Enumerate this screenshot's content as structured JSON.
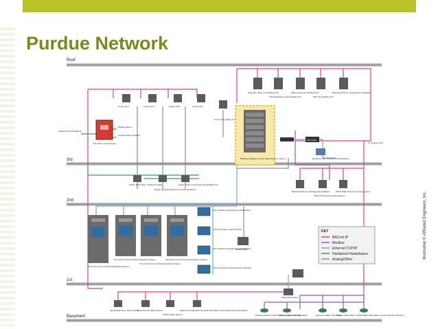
{
  "title": "Purdue Network",
  "credit": "Illustration © Affiliated Engineers, Inc.",
  "floors": {
    "roof": "Roof",
    "third": "3rd",
    "second": "2nd",
    "first": "1st",
    "basement": "Basement"
  },
  "roof_units": [
    {
      "label": "High Rise Office Air Handling Unit"
    },
    {
      "label": "Thermal Systems Air Handling Unit"
    },
    {
      "label": "Office Atrium Air Handling Unit"
    },
    {
      "label": "DAU Air Handling Unit"
    },
    {
      "label": "Mechanical Room Heating and Ventilation"
    }
  ],
  "labs": [
    {
      "label": "Living Lab 1"
    },
    {
      "label": "Living Lab 2"
    },
    {
      "label": "Living Lab 3"
    },
    {
      "label": "Living Lab 4"
    }
  ],
  "fire": {
    "panel": "Fire Alarm Control Panel",
    "smoke": "Smoke Roof Pull Stations",
    "building_alarms": "Building Alarms",
    "central_station": "Central Station Dispatch"
  },
  "lighting": "Living Lab Lighting Controls",
  "bas": "Building Integration Server Rack (Telecom Room)",
  "fiber": "Fiber Wall",
  "to_campus": "To Campus LAN",
  "research": "Research User Interface & Workstations",
  "floor3": [
    {
      "label": "Power Tower Misc. Lighting & Outlet"
    },
    {
      "label": "Power Tower Exchange Air & Cell Operations"
    },
    {
      "label": "Power Tower Combustion Air Handling Unit"
    }
  ],
  "mech3": [
    {
      "label": "Mechanical Room Heating and Ventilation"
    },
    {
      "label": "DPS PV Process Cooling System"
    },
    {
      "label": "HVPV Water Process Cooling System"
    }
  ],
  "racks": [
    {
      "label": "Test Cell 1 Control & Data Acquisition System"
    },
    {
      "label": "Test Cell 2 Control & Data Acquisition System"
    },
    {
      "label": "Test Cell 3 Control & Data Acquisition System"
    },
    {
      "label": "Test Cell 4 Control & Data Acquisition System"
    }
  ],
  "workstations": [
    {
      "label": "User Interface & Engineering Workstation"
    },
    {
      "label": "Thermal Systems Lab Chamber"
    },
    {
      "label": "User Interface & Engineering Workstation"
    },
    {
      "label": "Thermal Systems Psychrometric Chamber"
    }
  ],
  "facility_rack": "Facility Rack",
  "key": {
    "title": "KEY",
    "items": [
      {
        "label": "BACnet IP",
        "color": "#e23b8f"
      },
      {
        "label": "Modbus",
        "color": "#8a5cc0"
      },
      {
        "label": "Ethernet TCP/IP",
        "color": "#6fa8dc"
      },
      {
        "label": "Hardwired Handshakes",
        "color": "#31a35b"
      },
      {
        "label": "Analog/Other",
        "color": "#8e8e8e"
      }
    ]
  },
  "utility_meter": "Utility Meter Room",
  "basement_left": [
    {
      "label": "Mechanical Room HVAC System"
    },
    {
      "label": "Domestic Hot Water System"
    },
    {
      "label": "Chilled Water System"
    },
    {
      "label": "Steam & Condensate Domestic Hot Water Compressed Air Sensor Meters"
    }
  ],
  "basement_right": [
    {
      "label": "Enhanced Electric Power Metering (typ. of 75 kits)"
    },
    {
      "label": "Steam Condensate Utility Meter"
    },
    {
      "label": "Domestic Water Utility Meter"
    },
    {
      "label": "Electric Utility Meter"
    },
    {
      "label": "Chilled Water Utility Meter and Temperature Sensors"
    }
  ]
}
